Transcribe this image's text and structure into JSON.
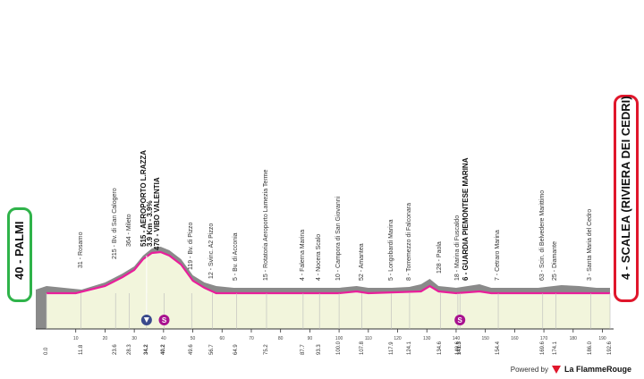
{
  "start": {
    "label": "40 - PALMI",
    "color": "#2fb34a"
  },
  "finish": {
    "label": "4 - SCALEA (RIVIERA DEI CEDRI)",
    "color": "#e0162b"
  },
  "footer": {
    "powered": "Powered by",
    "brand": "La FlammeRouge"
  },
  "colors": {
    "profile": "#e91e9b",
    "mountain": "#8a8a8a",
    "base": "#f2f5dc",
    "line": "#333333"
  },
  "km_labels": [
    {
      "km": "0.0"
    },
    {
      "km": "11.8"
    },
    {
      "km": "23.6"
    },
    {
      "km": "28.3"
    },
    {
      "km": "34.2"
    },
    {
      "km": "40.2"
    },
    {
      "km": "49.6"
    },
    {
      "km": "56.7"
    },
    {
      "km": "64.9"
    },
    {
      "km": "75.2"
    },
    {
      "km": "87.7"
    },
    {
      "km": "93.3"
    },
    {
      "km": "100.0"
    },
    {
      "km": "107.8"
    },
    {
      "km": "117.9"
    },
    {
      "km": "124.1"
    },
    {
      "km": "134.6"
    },
    {
      "km": "140.6"
    },
    {
      "km": "141.3"
    },
    {
      "km": "154.4"
    },
    {
      "km": "169.6"
    },
    {
      "km": "174.1"
    },
    {
      "km": "186.0"
    },
    {
      "km": "192.6"
    }
  ],
  "scale_ticks": [
    "10",
    "20",
    "30",
    "40",
    "50",
    "60",
    "70",
    "80",
    "90",
    "100",
    "110",
    "120",
    "130",
    "140",
    "150",
    "160",
    "170",
    "180",
    "190"
  ],
  "waypoints": [
    {
      "text": "31 - Rosarno",
      "bold": false
    },
    {
      "text": "215 - Bv. di San Calogero",
      "bold": false
    },
    {
      "text": "364 - Mileto",
      "bold": false
    },
    {
      "text": "515 - AEROPORTO L.RAZZA",
      "bold": true
    },
    {
      "text": "3.9 Km - 3.9%",
      "bold": true
    },
    {
      "text": "470 - VIBO VALENTIA",
      "bold": true
    },
    {
      "text": "119 - Bv. di Pizzo",
      "bold": false
    },
    {
      "text": "12 - Svinc. A2 Pizzo",
      "bold": false
    },
    {
      "text": "5 - Bv. di Acconia",
      "bold": false
    },
    {
      "text": "15 - Rotatoria Aeroporto Lamezia Terme",
      "bold": false
    },
    {
      "text": "4 - Falerna Marina",
      "bold": false
    },
    {
      "text": "4 - Nocera Scalo",
      "bold": false
    },
    {
      "text": "10 - Campora di San Giovanni",
      "bold": false
    },
    {
      "text": "52 - Amantea",
      "bold": false
    },
    {
      "text": "5 - Longobardi Marina",
      "bold": false
    },
    {
      "text": "8 - Torremezzo di Falconara",
      "bold": false
    },
    {
      "text": "128 - Paola",
      "bold": false
    },
    {
      "text": "18 - Marina di Fuscaldo",
      "bold": false
    },
    {
      "text": "6 - GUARDIA PIEMONTESE MARINA",
      "bold": true
    },
    {
      "text": "7 - Cetraro Marina",
      "bold": false
    },
    {
      "text": "63 - Scin. di Belvedere Marittimo",
      "bold": false
    },
    {
      "text": "25 - Diamante",
      "bold": false
    },
    {
      "text": "3 - Santa Maria del Cedro",
      "bold": false
    }
  ]
}
